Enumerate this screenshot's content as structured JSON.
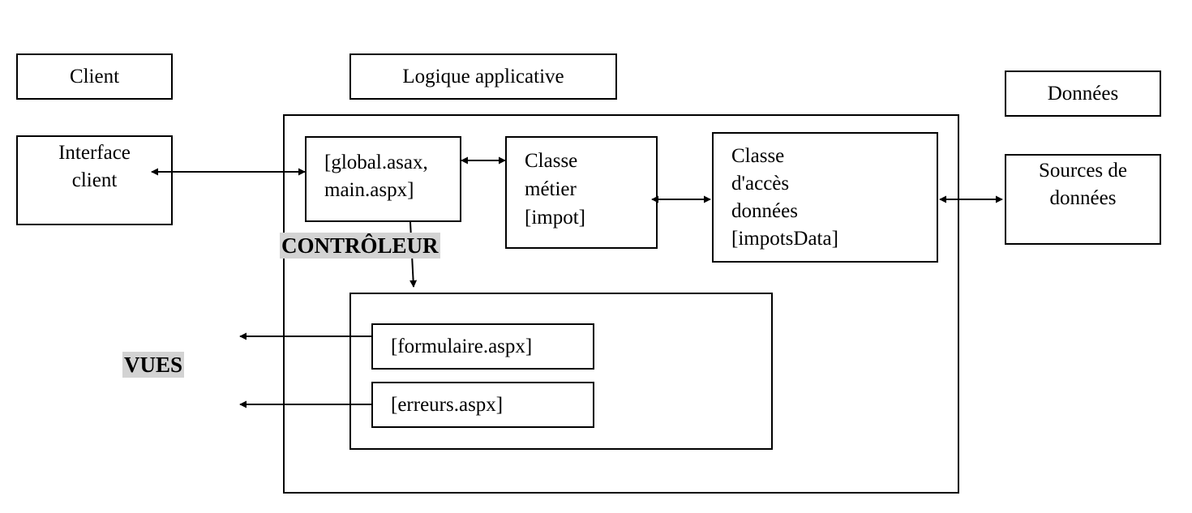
{
  "headers": {
    "client": "Client",
    "logic": "Logique applicative",
    "data": "Données"
  },
  "nodes": {
    "interface_client": [
      "Interface",
      "client"
    ],
    "controller": [
      "[global.asax,",
      "main.aspx]"
    ],
    "business": [
      "Classe",
      "métier",
      "[impot]"
    ],
    "dao": [
      "Classe",
      "d'accès",
      "données",
      "[impotsData]"
    ],
    "sources": [
      "Sources de",
      "données"
    ],
    "form_view": "[formulaire.aspx]",
    "errors_view": "[erreurs.aspx]"
  },
  "tags": {
    "controller": "CONTRÔLEUR",
    "views": "VUES"
  }
}
